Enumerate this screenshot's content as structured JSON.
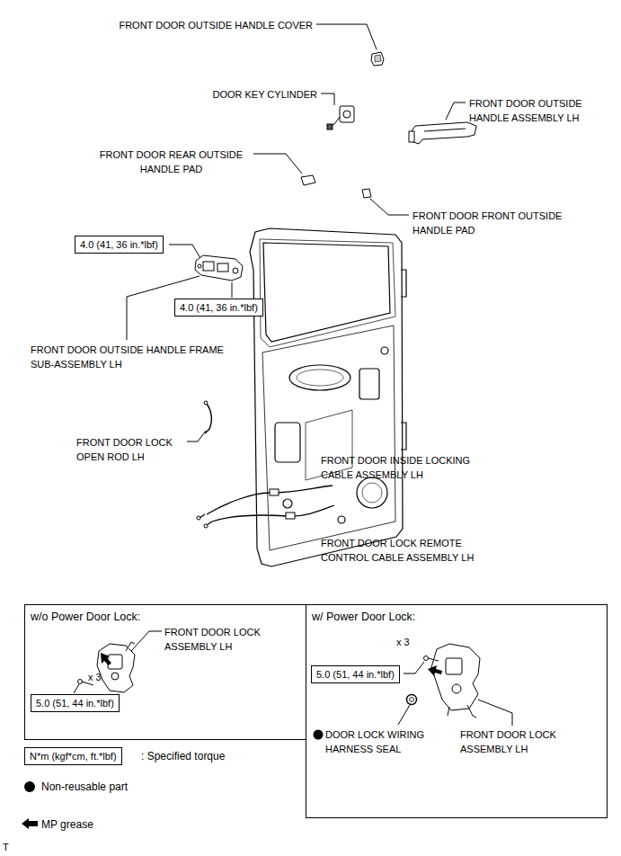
{
  "diagram": {
    "nodes": [
      {
        "text": [
          "4.0 (41, 36 in.*lbf)"
        ]
      },
      {
        "text": [
          "4.0 (41, 36 in.*lbf)"
        ]
      },
      {
        "text": [
          "w/o Power Door Lock:"
        ]
      },
      {
        "text": [
          "5.0 (51, 44 in.*lbf)"
        ],
        "in": 2
      },
      {
        "text": [
          "w/ Power Door Lock:"
        ]
      },
      {
        "text": [
          "5.0 (51, 44 in.*lbf)"
        ],
        "in": 4
      },
      {
        "text": [
          "N*m (kgf*cm, ft.*lbf)"
        ]
      }
    ],
    "labels": [
      "FRONT DOOR OUTSIDE HANDLE COVER",
      "DOOR KEY CYLINDER",
      "FRONT DOOR OUTSIDE HANDLE ASSEMBLY LH",
      "FRONT DOOR REAR OUTSIDE HANDLE PAD",
      "FRONT DOOR FRONT OUTSIDE HANDLE PAD",
      "FRONT DOOR OUTSIDE HANDLE FRAME SUB-ASSEMBLY LH",
      "FRONT DOOR LOCK OPEN ROD LH",
      "FRONT DOOR INSIDE LOCKING CABLE ASSEMBLY LH",
      "FRONT DOOR LOCK REMOTE CONTROL CABLE ASSEMBLY LH",
      "FRONT DOOR LOCK ASSEMBLY LH",
      "x 3",
      "x 3",
      "DOOR LOCK WIRING HARNESS SEAL",
      "FRONT DOOR LOCK ASSEMBLY LH",
      "T"
    ],
    "legend": [
      {
        "text": ": Specified torque"
      },
      {
        "text": "Non-reusable part"
      },
      {
        "text": "MP grease"
      }
    ]
  }
}
